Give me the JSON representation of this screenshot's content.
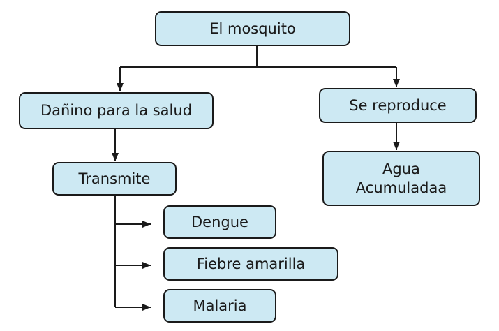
{
  "diagram": {
    "root": {
      "label": "El mosquito"
    },
    "branches": [
      {
        "label": "Dañino para la salud",
        "child": {
          "label": "Transmite",
          "items": [
            "Dengue",
            "Fiebre amarilla",
            "Malaria"
          ]
        }
      },
      {
        "label": "Se reproduce",
        "child": {
          "label": "Agua\nAcumuladaa"
        }
      }
    ]
  },
  "colors": {
    "node_fill": "#cde9f3",
    "node_border": "#1a1a1a",
    "connector": "#1a1a1a"
  }
}
